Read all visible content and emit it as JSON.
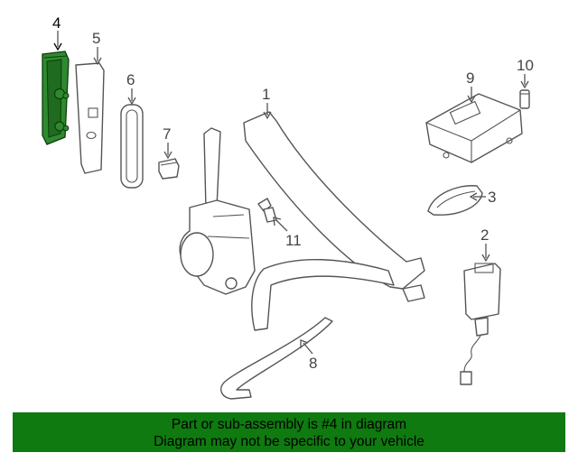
{
  "diagram": {
    "highlighted_part": "4",
    "labels": {
      "p1": "1",
      "p2": "2",
      "p3": "3",
      "p4": "4",
      "p5": "5",
      "p6": "6",
      "p7": "7",
      "p8": "8",
      "p9": "9",
      "p10": "10",
      "p11": "11"
    },
    "highlight_color": "#2f8a2f"
  },
  "banner": {
    "line1": "Part or sub-assembly is #4 in diagram",
    "line2": "Diagram may not be specific to your vehicle",
    "background": "#0f7a10"
  }
}
